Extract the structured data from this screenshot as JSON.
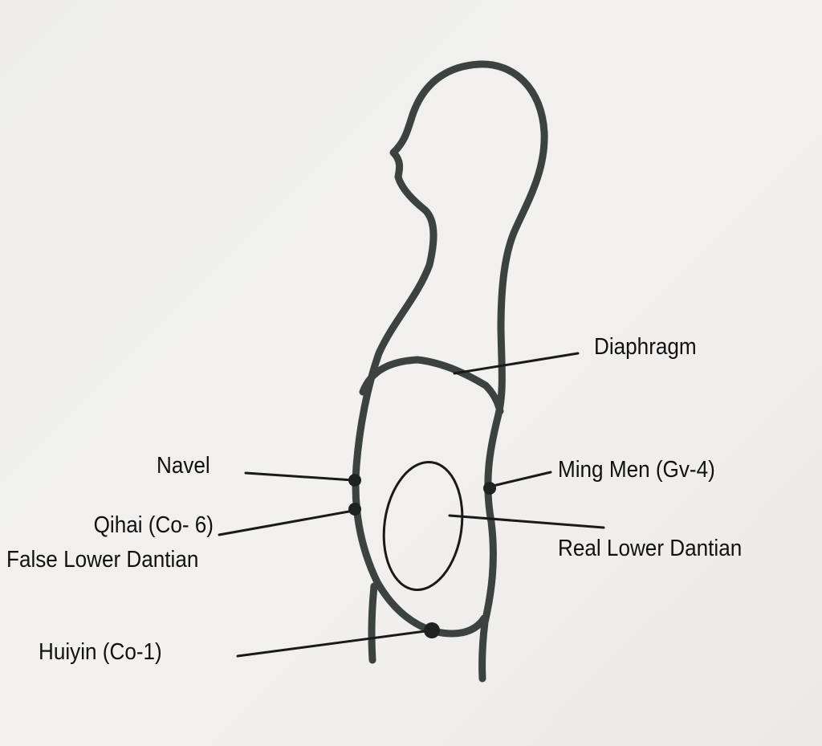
{
  "colors": {
    "body_outline": "#3c423f",
    "ink": "#1a1a1a",
    "background": "#efeeec"
  },
  "labels": {
    "diaphragm": "Diaphragm",
    "navel": "Navel",
    "qihai": "Qihai (Co- 6)",
    "false_lower_dantian": "False Lower Dantian",
    "ming_men": "Ming Men (Gv-4)",
    "real_lower_dantian": "Real Lower Dantian",
    "huiyin": "Huiyin (Co-1)"
  }
}
